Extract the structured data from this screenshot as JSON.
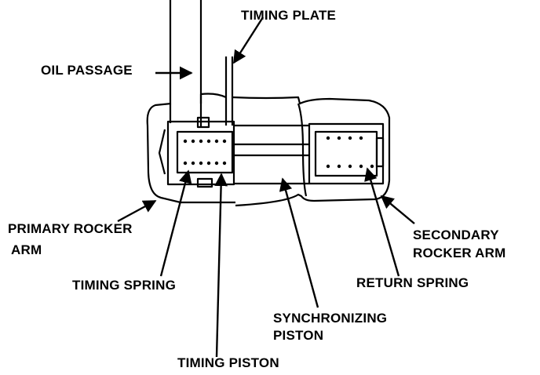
{
  "labels": {
    "timing_plate": "TIMING PLATE",
    "oil_passage": "OIL PASSAGE",
    "primary_rocker_arm_1": "PRIMARY ROCKER",
    "primary_rocker_arm_2": "ARM",
    "secondary_rocker_arm_1": "SECONDARY",
    "secondary_rocker_arm_2": "ROCKER ARM",
    "timing_spring": "TIMING SPRING",
    "return_spring": "RETURN SPRING",
    "synchronizing_piston_1": "SYNCHRONIZING",
    "synchronizing_piston_2": "PISTON",
    "timing_piston": "TIMING PISTON"
  },
  "colors": {
    "ink": "#000000",
    "paper": "#ffffff"
  }
}
